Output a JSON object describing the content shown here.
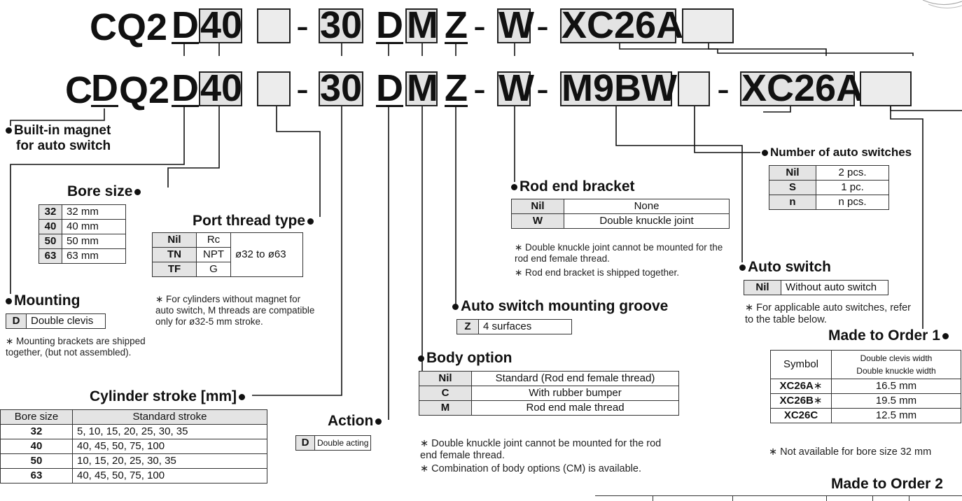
{
  "top_code": {
    "prefix": "CQ2",
    "mounting": "D",
    "bore": "40",
    "dash1": "-",
    "stroke": "30",
    "action": "D",
    "body": "M",
    "groove": "Z",
    "dash2": "-",
    "bracket": "W",
    "dash3": "-",
    "mto1": "XC26A"
  },
  "bottom_code": {
    "prefix_c": "C",
    "prefix_d": "D",
    "prefix_q2": "Q2",
    "mounting": "D",
    "bore": "40",
    "dash1": "-",
    "stroke": "30",
    "action": "D",
    "body": "M",
    "groove": "Z",
    "dash2": "-",
    "bracket": "W",
    "dash3": "-",
    "switch": "M9BW",
    "dash4": "-",
    "mto1": "XC26A"
  },
  "magnet": {
    "line1": "Built-in magnet",
    "line2": "for auto switch"
  },
  "bore_size": {
    "title": "Bore size",
    "rows": [
      {
        "k": "32",
        "v": "32 mm"
      },
      {
        "k": "40",
        "v": "40 mm"
      },
      {
        "k": "50",
        "v": "50 mm"
      },
      {
        "k": "63",
        "v": "63 mm"
      }
    ]
  },
  "port_thread": {
    "title": "Port thread type",
    "rows": [
      {
        "k": "Nil",
        "v": "Rc"
      },
      {
        "k": "TN",
        "v": "NPT"
      },
      {
        "k": "TF",
        "v": "G"
      }
    ],
    "range": "ø32 to ø63",
    "note": "∗ For cylinders without magnet for auto switch, M threads are compatible only for ø32-5 mm stroke."
  },
  "mounting": {
    "title": "Mounting",
    "k": "D",
    "v": "Double clevis",
    "note": "∗ Mounting brackets are shipped together, (but not assembled)."
  },
  "stroke": {
    "title": "Cylinder stroke [mm]",
    "col1": "Bore size",
    "col2": "Standard stroke",
    "rows": [
      {
        "k": "32",
        "v": "5, 10, 15, 20, 25, 30, 35"
      },
      {
        "k": "40",
        "v": "40, 45, 50, 75, 100"
      },
      {
        "k": "50",
        "v": "10, 15, 20, 25, 30, 35"
      },
      {
        "k": "63",
        "v": "40, 45, 50, 75, 100"
      }
    ]
  },
  "action": {
    "title": "Action",
    "k": "D",
    "v": "Double acting"
  },
  "rod_end": {
    "title": "Rod end bracket",
    "rows": [
      {
        "k": "Nil",
        "v": "None"
      },
      {
        "k": "W",
        "v": "Double knuckle joint"
      }
    ],
    "note1": "∗ Double knuckle joint cannot be mounted for the rod end female thread.",
    "note2": "∗ Rod end bracket is shipped together."
  },
  "groove": {
    "title": "Auto switch mounting groove",
    "k": "Z",
    "v": "4 surfaces"
  },
  "body_option": {
    "title": "Body option",
    "rows": [
      {
        "k": "Nil",
        "v": "Standard (Rod end female thread)"
      },
      {
        "k": "C",
        "v": "With rubber bumper"
      },
      {
        "k": "M",
        "v": "Rod end male thread"
      }
    ],
    "note1": "∗ Double knuckle joint cannot be mounted for the rod end female thread.",
    "note2": "∗ Combination of body options (CM) is available."
  },
  "num_switches": {
    "title": "Number of auto switches",
    "rows": [
      {
        "k": "Nil",
        "v": "2 pcs."
      },
      {
        "k": "S",
        "v": "1 pc."
      },
      {
        "k": "n",
        "v": "n pcs."
      }
    ]
  },
  "auto_switch": {
    "title": "Auto switch",
    "k": "Nil",
    "v": "Without auto switch",
    "note": "∗ For applicable auto switches, refer to the table below."
  },
  "mto1": {
    "title": "Made to Order 1",
    "col1": "Symbol",
    "col2a": "Double clevis width",
    "col2b": "Double knuckle width",
    "rows": [
      {
        "k": "XC26A",
        "star": "∗",
        "v": "16.5 mm"
      },
      {
        "k": "XC26B",
        "star": "∗",
        "v": "19.5 mm"
      },
      {
        "k": "XC26C",
        "star": "",
        "v": "12.5 mm"
      }
    ],
    "note": "∗ Not available for bore size 32 mm"
  },
  "mto2": {
    "title": "Made to Order 2"
  }
}
